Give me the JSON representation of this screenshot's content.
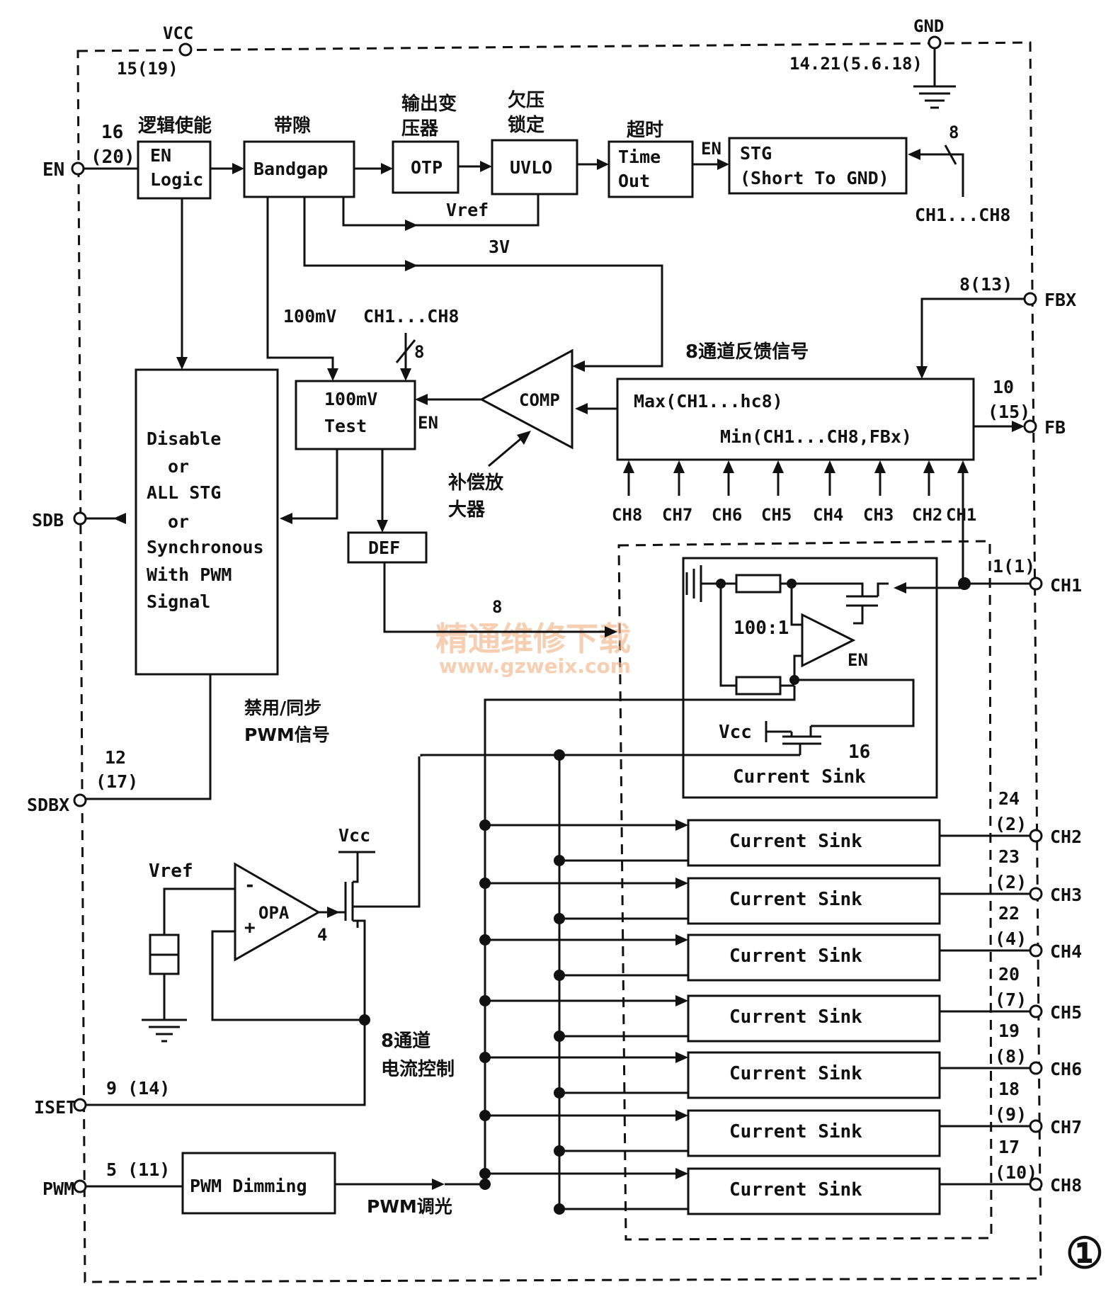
{
  "pins": {
    "vcc": {
      "name": "VCC",
      "num": "15(19)"
    },
    "gnd": {
      "name": "GND",
      "num": "14.21(5.6.18)"
    },
    "en": {
      "name": "EN",
      "num_top": "16",
      "num_bot": "(20)"
    },
    "fbx": {
      "name": "FBX",
      "num": "8(13)"
    },
    "fb": {
      "name": "FB",
      "num_top": "10",
      "num_bot": "(15)"
    },
    "sdb": {
      "name": "SDB"
    },
    "sdbx": {
      "name": "SDBX",
      "num_top": "12",
      "num_bot": "(17)"
    },
    "iset": {
      "name": "ISET",
      "num": "9 (14)"
    },
    "pwm": {
      "name": "PWM",
      "num": "5 (11)"
    },
    "ch1": {
      "name": "CH1",
      "num": "1(1)"
    },
    "ch2": {
      "name": "CH2",
      "num_top": "24",
      "num_bot": "(2)"
    },
    "ch3": {
      "name": "CH3",
      "num_top": "23",
      "num_bot": "(2)"
    },
    "ch4": {
      "name": "CH4",
      "num_top": "22",
      "num_bot": "(4)"
    },
    "ch5": {
      "name": "CH5",
      "num_top": "20",
      "num_bot": "(7)"
    },
    "ch6": {
      "name": "CH6",
      "num_top": "19",
      "num_bot": "(8)"
    },
    "ch7": {
      "name": "CH7",
      "num_top": "18",
      "num_bot": "(9)"
    },
    "ch8": {
      "name": "CH8",
      "num_top": "17",
      "num_bot": "(10)"
    }
  },
  "blocks": {
    "en_logic": {
      "cn": "逻辑使能",
      "l1": "EN",
      "l2": "Logic"
    },
    "bandgap": {
      "cn": "带隙",
      "label": "Bandgap"
    },
    "otp": {
      "cn1": "输出变",
      "cn2": "压器",
      "label": "OTP"
    },
    "uvlo": {
      "cn1": "欠压",
      "cn2": "锁定",
      "label": "UVLO"
    },
    "timeout": {
      "cn": "超时",
      "l1": "Time",
      "l2": "Out"
    },
    "stg": {
      "l1": "STG",
      "l2": "(Short To GND)"
    },
    "disable": {
      "l1": "Disable",
      "l2": "or",
      "l3": "ALL STG",
      "l4": "or",
      "l5": "Synchronous",
      "l6": "With PWM",
      "l7": "Signal"
    },
    "test": {
      "l1": "100mV",
      "l2": "Test"
    },
    "comp": {
      "label": "COMP"
    },
    "def": {
      "label": "DEF"
    },
    "maxmin": {
      "l1": "Max(CH1...hc8)",
      "l2": "Min(CH1...CH8,FBx)"
    },
    "opa": {
      "label": "OPA",
      "minus": "-",
      "plus": "+",
      "num": "4"
    },
    "pwm_dim": {
      "label": "PWM Dimming"
    }
  },
  "signals": {
    "en_lbl": "EN",
    "vref1": "Vref",
    "v3": "3V",
    "mv100": "100mV",
    "ch1_8": "CH1...CH8",
    "bus8": "8",
    "fb8_cn": "8通道反馈信号",
    "test_en": "EN",
    "comp_amp1": "补偿放",
    "comp_amp2": "大器",
    "def8": "8",
    "sync1": "禁用/同步",
    "sync2": "PWM信号",
    "vcc_opa": "Vcc",
    "vref2": "Vref",
    "ctrl1": "8通道",
    "ctrl2": "电流控制",
    "pwm_dim_cn": "PWM调光",
    "ratio": "100:1",
    "cs_en": "EN",
    "cs_vcc": "Vcc",
    "cs16": "16",
    "current_sink": "Current Sink",
    "fig_num": "①"
  },
  "taps": [
    "CH8",
    "CH7",
    "CH6",
    "CH5",
    "CH4",
    "CH3",
    "CH2",
    "CH1"
  ],
  "watermark": {
    "cn": "精通维修下载",
    "url": "www.gzweix.com"
  }
}
